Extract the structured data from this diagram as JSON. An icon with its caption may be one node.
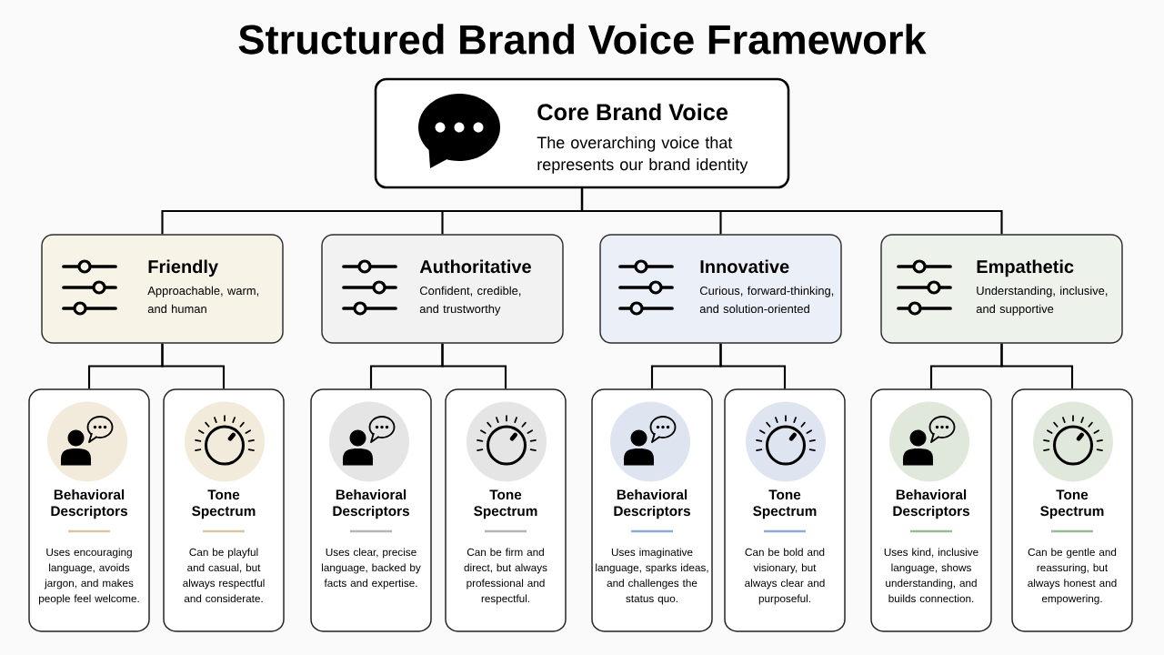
{
  "diagram": {
    "title": "Structured Brand Voice Framework",
    "nodes": [
      {
        "text": [
          "Core Brand Voice",
          "The overarching voice that represents our brand identity"
        ]
      },
      {
        "text": [
          "Friendly",
          "Approachable, warm, and human"
        ]
      },
      {
        "text": [
          "Authoritative",
          "Confident, credible, and trustworthy"
        ]
      },
      {
        "text": [
          "Innovative",
          "Curious, forward-thinking, and solution-oriented"
        ]
      },
      {
        "text": [
          "Empathetic",
          "Understanding, inclusive, and supportive"
        ]
      },
      {
        "text": [
          "Behavioral Descriptors",
          "Uses encouraging language, avoids jargon, and makes people feel welcome."
        ]
      },
      {
        "text": [
          "Tone Spectrum",
          "Can be playful and casual, but always respectful and considerate."
        ]
      },
      {
        "text": [
          "Behavioral Descriptors",
          "Uses clear, precise language, backed by facts and expertise."
        ]
      },
      {
        "text": [
          "Tone Spectrum",
          "Can be firm and direct, but always professional and respectful."
        ]
      },
      {
        "text": [
          "Behavioral Descriptors",
          "Uses imaginative language, sparks ideas, and challenges the status quo."
        ]
      },
      {
        "text": [
          "Tone Spectrum",
          "Can be bold and visionary, but always clear and purposeful."
        ]
      },
      {
        "text": [
          "Behavioral Descriptors",
          "Uses kind, inclusive language, shows understanding, and builds connection."
        ]
      },
      {
        "text": [
          "Tone Spectrum",
          "Can be gentle and reassuring, but always honest and empowering."
        ]
      }
    ],
    "edges": [
      {
        "from": 0,
        "to": 1,
        "arrow": "none"
      },
      {
        "from": 0,
        "to": 2,
        "arrow": "none"
      },
      {
        "from": 0,
        "to": 3,
        "arrow": "none"
      },
      {
        "from": 0,
        "to": 4,
        "arrow": "none"
      },
      {
        "from": 1,
        "to": 5,
        "arrow": "none"
      },
      {
        "from": 1,
        "to": 6,
        "arrow": "none"
      },
      {
        "from": 2,
        "to": 7,
        "arrow": "none"
      },
      {
        "from": 2,
        "to": 8,
        "arrow": "none"
      },
      {
        "from": 3,
        "to": 9,
        "arrow": "none"
      },
      {
        "from": 3,
        "to": 10,
        "arrow": "none"
      },
      {
        "from": 4,
        "to": 11,
        "arrow": "none"
      },
      {
        "from": 4,
        "to": 12,
        "arrow": "none"
      }
    ]
  }
}
